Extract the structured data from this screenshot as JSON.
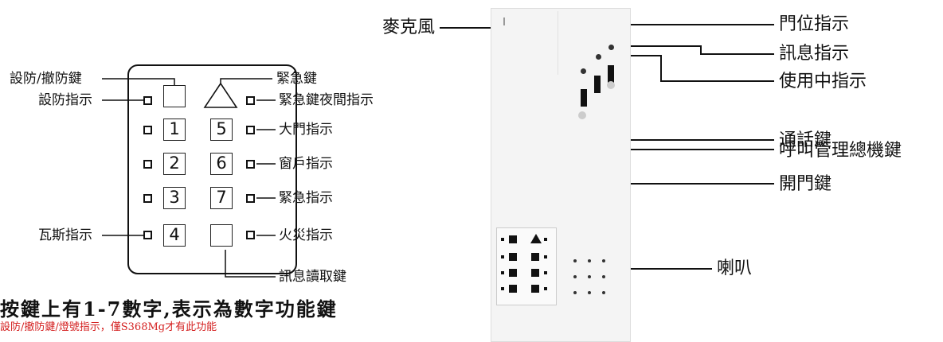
{
  "keypad_diagram": {
    "labels": {
      "arm_disarm_key": "設防/撤防鍵",
      "arm_indicator": "設防指示",
      "gas_indicator": "瓦斯指示",
      "emergency_key": "緊急鍵",
      "emergency_night_indicator": "緊急鍵夜間指示",
      "door_indicator": "大門指示",
      "window_indicator": "窗戶指示",
      "emergency_indicator": "緊急指示",
      "fire_indicator": "火災指示",
      "message_read_key": "訊息讀取鍵"
    },
    "keys": {
      "k1": "1",
      "k2": "2",
      "k3": "3",
      "k4": "4",
      "k5": "5",
      "k6": "6",
      "k7": "7"
    }
  },
  "intercom_diagram": {
    "labels": {
      "microphone": "麥克風",
      "door_position_indicator": "門位指示",
      "message_indicator": "訊息指示",
      "in_use_indicator": "使用中指示",
      "talk_key": "通話鍵",
      "call_management_key": "呼叫管理總機鍵",
      "open_door_key": "開門鍵",
      "speaker": "喇叭"
    }
  },
  "caption": {
    "main": "按鍵上有1-7數字,表示為數字功能鍵",
    "note": "設防/撤防鍵/燈號指示，僅S368Mg才有此功能"
  },
  "colors": {
    "note": "#d42020",
    "line": "#111111",
    "panel": "#f4f4f4"
  }
}
